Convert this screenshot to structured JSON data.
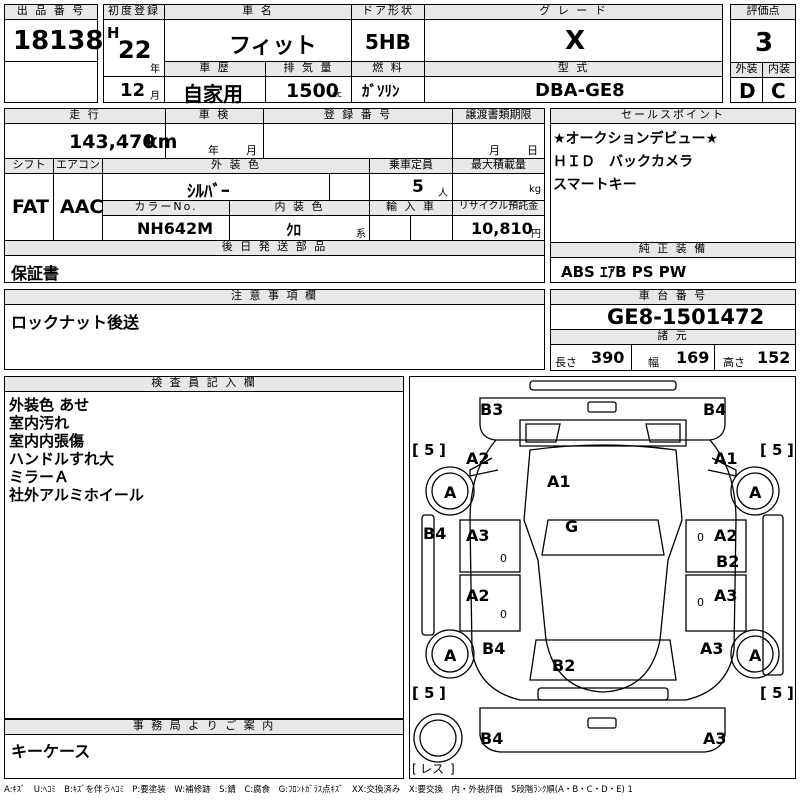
{
  "header": {
    "lot_no_label": "出 品 番 号",
    "lot_no": "18138",
    "first_reg_label": "初度登録",
    "era": "H",
    "year": "22",
    "year_unit": "年",
    "month": "12",
    "month_unit": "月",
    "car_name_label": "車 名",
    "car_name": "フィット",
    "door_label": "ドア形状",
    "door": "5HB",
    "grade_label": "グ レ ー ド",
    "grade": "X",
    "score_label": "評価点",
    "score": "3",
    "history_label": "車 歴",
    "history": "自家用",
    "displacement_label": "排 気 量",
    "displacement": "1500",
    "displacement_unit": "cc",
    "fuel_label": "燃 料",
    "fuel": "ｶﾞｿﾘﾝ",
    "model_label": "型 式",
    "model": "DBA-GE8",
    "ext_label": "外装",
    "int_label": "内装",
    "ext_grade": "D",
    "int_grade": "C"
  },
  "spec": {
    "mileage_label": "走 行",
    "mileage": "143,470",
    "mileage_unit": "km",
    "inspection_label": "車 検",
    "inspection_year_unit": "年",
    "inspection_month_unit": "月",
    "reg_no_label": "登 録 番 号",
    "transfer_label": "譲渡書類期限",
    "transfer_month_unit": "月",
    "transfer_day_unit": "日",
    "shift_label": "シフト",
    "shift": "FAT",
    "ac_label": "エアコン",
    "ac": "AAC",
    "ext_color_label": "外 装 色",
    "ext_color": "ｼﾙﾊﾞｰ",
    "seats_label": "乗車定員",
    "seats": "5",
    "seats_unit": "人",
    "load_label": "最大積載量",
    "load_unit": "kg",
    "color_no_label": "カラーNo.",
    "color_no": "NH642M",
    "int_color_label": "内 装 色",
    "int_color": "ｸﾛ",
    "int_color_unit": "系",
    "import_label": "輸 入 車",
    "recycle_label": "リサイクル預託金",
    "recycle": "10,810",
    "recycle_unit": "円",
    "later_parts_label": "後 日 発 送 部 品",
    "later_parts": "保証書"
  },
  "sales_points": {
    "label": "セールスポイント",
    "lines": [
      "★オークションデビュー★",
      "ＨＩＤ　バックカメラ",
      "スマートキー"
    ]
  },
  "equipment": {
    "label": "純 正 装 備",
    "value": "ABS ｴｱB PS PW"
  },
  "caution": {
    "label": "注 意 事 項 欄",
    "value": "ロックナット後送"
  },
  "chassis": {
    "label": "車 台 番 号",
    "value": "GE8-1501472",
    "dims_label": "諸 元",
    "length_label": "長さ",
    "length": "390",
    "width_label": "幅",
    "width": "169",
    "height_label": "高さ",
    "height": "152"
  },
  "inspector": {
    "label": "検 査 員 記 入 欄",
    "lines": [
      "外装色 あせ",
      "室内汚れ",
      "室内内張傷",
      "ハンドルすれ大",
      "ミラーＡ",
      "社外アルミホイール"
    ]
  },
  "office": {
    "label": "事 務 局 よ り ご 案 内",
    "value": "キーケース"
  },
  "diagram": {
    "marks": {
      "b3": "B3",
      "b4_top": "B4",
      "a2_left": "A2",
      "a1_right": "A1",
      "a1_center": "A1",
      "g": "G",
      "b4_left": "B4",
      "a3_left_door": "A3",
      "a2_right_door": "A2",
      "b2_right": "B2",
      "a2_left_rear": "A2",
      "a3_right_rear": "A3",
      "b4_left_rear": "B4",
      "a3_right_q": "A3",
      "b2_trunk": "B2",
      "b4_bottom": "B4",
      "a3_bottom": "A3",
      "wheel_fl": "A",
      "wheel_fr": "A",
      "wheel_rl": "A",
      "wheel_rr": "A",
      "zero1": "0",
      "zero2": "0",
      "zero3": "0",
      "zero4": "0"
    },
    "tread": [
      "5",
      "5",
      "5",
      "5"
    ],
    "spare": "レス"
  },
  "legend": "A:ｷｽﾞ　U:ﾍｺﾐ　B:ｷｽﾞを伴うﾍｺﾐ　P:要塗装　W:補修跡　S:錆　C:腐食　G:ﾌﾛﾝﾄｶﾞﾗｽ点ｷｽﾞ　XX:交換済み　X:要交換　内・外装評価　5段階ﾗﾝｸ順(A・B・C・D・E) 1"
}
